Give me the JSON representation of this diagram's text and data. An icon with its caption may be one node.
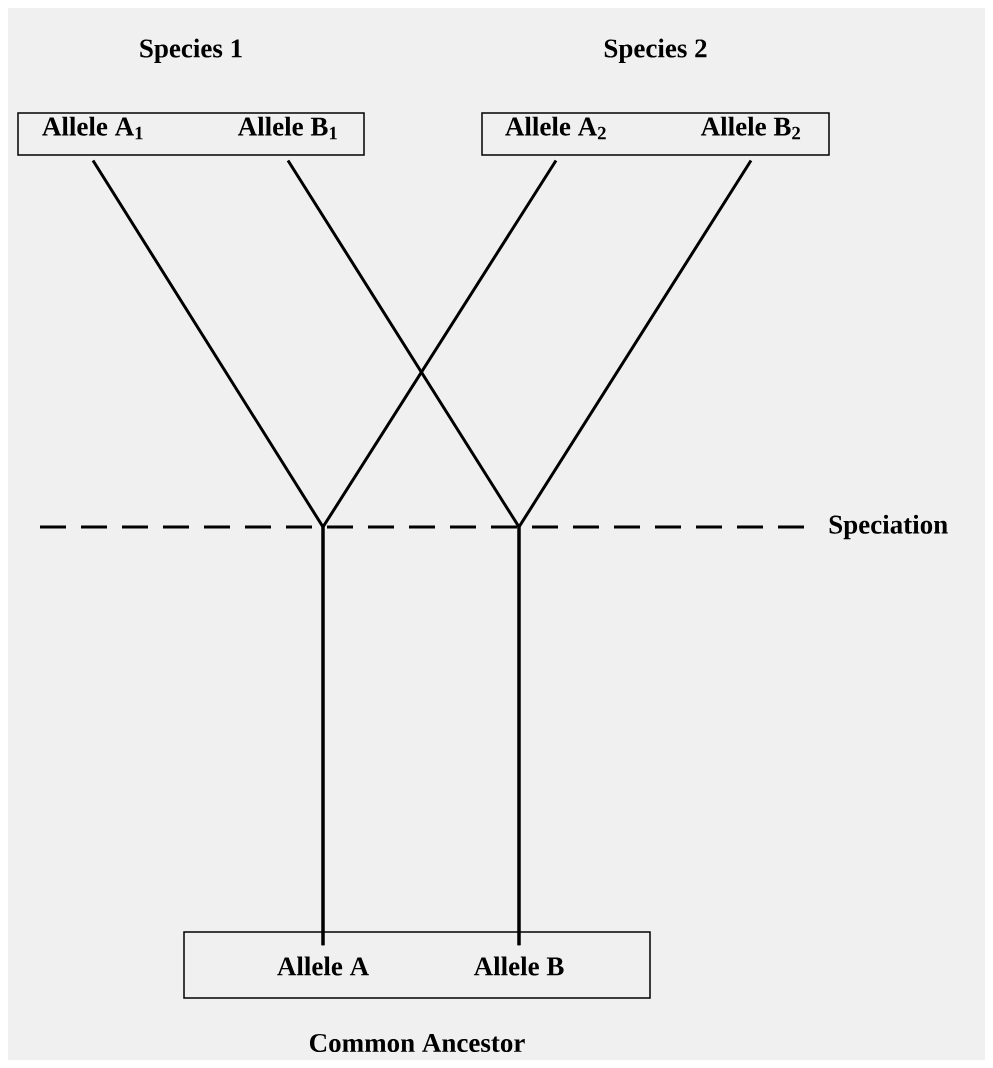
{
  "diagram": {
    "nodes": [
      {
        "text": [
          "Species 1"
        ]
      },
      {
        "text": [
          "Allele A$_{1}$"
        ],
        "in": 0
      },
      {
        "text": [
          "Allele B$_{1}$"
        ],
        "in": 0
      },
      {
        "text": [
          "Species 2"
        ]
      },
      {
        "text": [
          "Allele A$_{2}$"
        ],
        "in": 3
      },
      {
        "text": [
          "Allele B$_{2}$"
        ],
        "in": 3
      },
      {
        "text": [
          "Common Ancestor"
        ]
      },
      {
        "text": [
          "Allele A"
        ],
        "in": 6
      },
      {
        "text": [
          "Allele B"
        ],
        "in": 6
      }
    ],
    "edges": [
      {
        "from": 7,
        "to": 1,
        "arrow": "none"
      },
      {
        "from": 7,
        "to": 4,
        "arrow": "none"
      },
      {
        "from": 8,
        "to": 2,
        "arrow": "none"
      },
      {
        "from": 8,
        "to": 5,
        "arrow": "none"
      }
    ],
    "labels": [
      "Speciation"
    ]
  }
}
